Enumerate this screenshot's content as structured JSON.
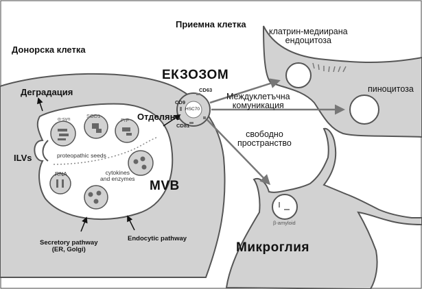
{
  "labels": {
    "donor_cell": "Донорска клетка",
    "recipient_cell": "Приемна клетка",
    "exosome": "ЕКЗОЗОМ",
    "degradation": "Деградация",
    "release": "Отделяне",
    "ilvs": "ILVs",
    "mvb": "MVB",
    "microglia": "Микроглия",
    "clathrin_line1": "клатрин-медиирана",
    "clathrin_line2": "ендоцитоза",
    "pinocytosis": "пиноцитоза",
    "intercell_line1": "Междуклетъчна",
    "intercell_line2": "комуникация",
    "free_line1": "свободно",
    "free_line2": "пространство",
    "alpha_syn": "α-syn",
    "sod1": "SOD1",
    "prp": "PrP",
    "proteopathic_seeds": "proteopathic seeds",
    "rna": "RNA",
    "cytokines_line1": "cytokines",
    "cytokines_line2": "and enzymes",
    "secretory_line1": "Secretory pathway",
    "secretory_line2": "(ER, Golgi)",
    "endocytic": "Endocytic pathway",
    "cd63": "CD63",
    "cd9": "CD9",
    "hsc70": "HSC70",
    "cd81": "CD81",
    "beta_amyloid": "β-amyloid"
  },
  "colors": {
    "background": "#ffffff",
    "cytoplasm": "#d2d2d2",
    "membrane": "#555555",
    "arrow": "#777777",
    "text": "#111111"
  }
}
